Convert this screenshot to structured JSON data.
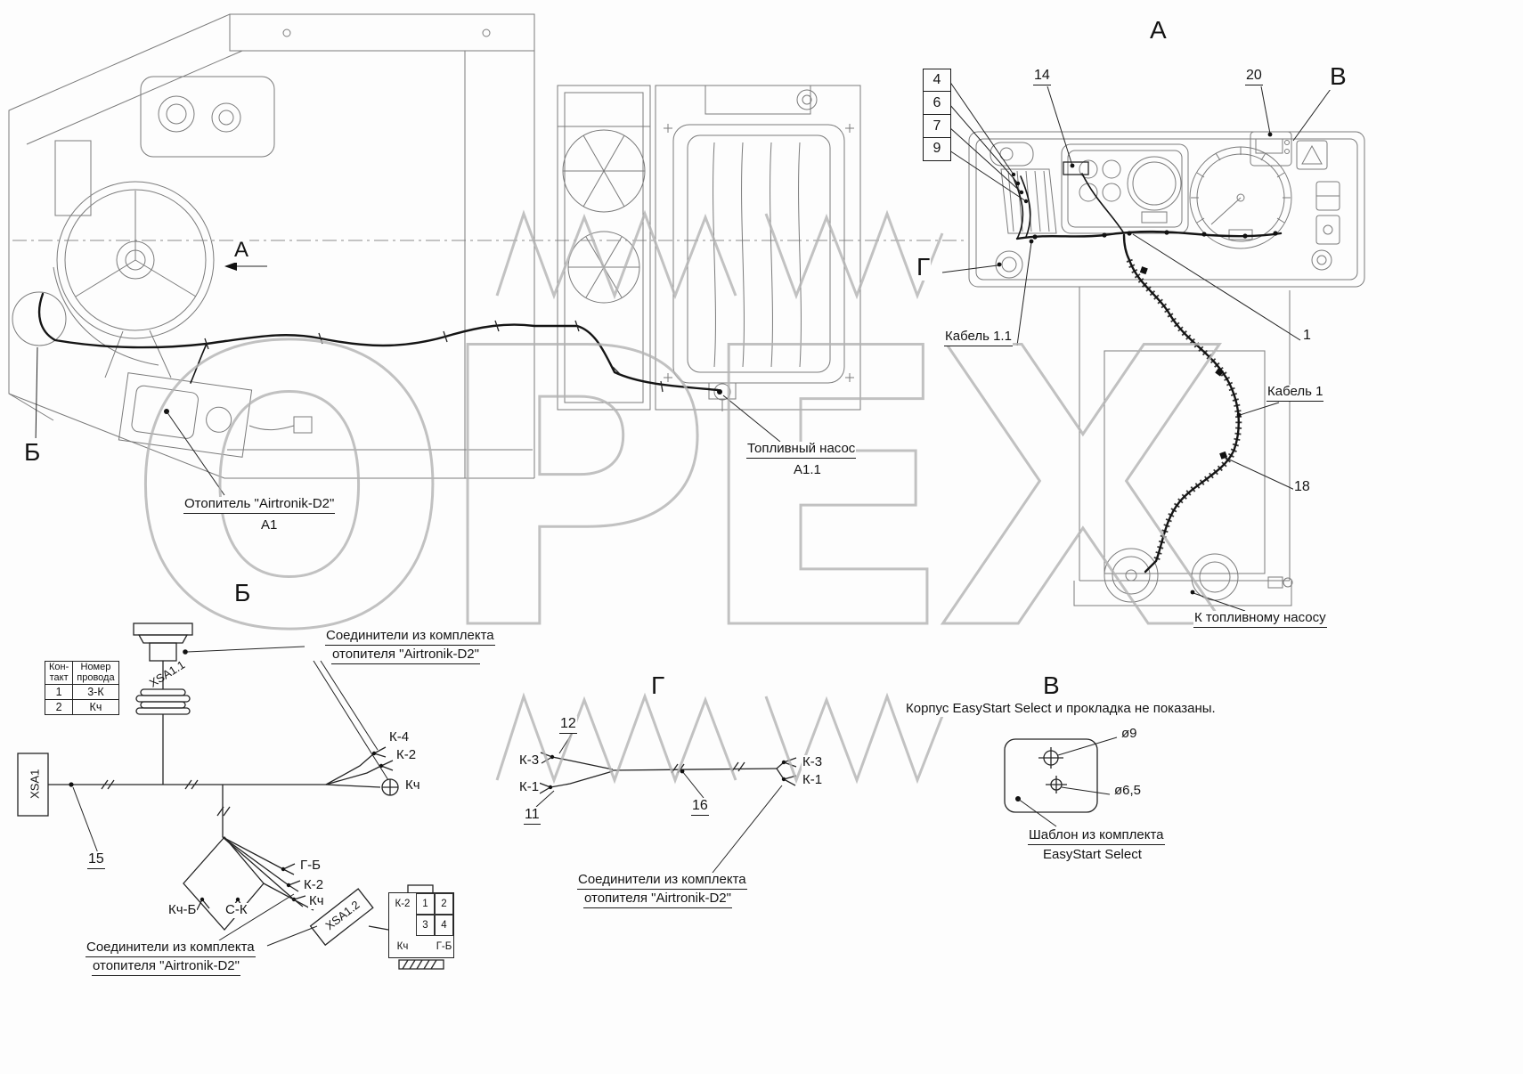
{
  "watermark": "ОРЕХ",
  "sections": {
    "view_a": "А",
    "view_v": "В",
    "view_g": "Г",
    "arrow_a": "А",
    "zone_b": "Б",
    "detail_b": "Б",
    "detail_g": "Г",
    "detail_v": "В"
  },
  "callouts": {
    "n1": "1",
    "n4": "4",
    "n6": "6",
    "n7": "7",
    "n9": "9",
    "n11": "11",
    "n12": "12",
    "n14": "14",
    "n15": "15",
    "n16": "16",
    "n18": "18",
    "n20": "20"
  },
  "labels": {
    "cable_1_1": "Кабель 1.1",
    "cable_1": "Кабель 1",
    "fuel_pump": "Топливный насос",
    "fuel_pump_ref": "А1.1",
    "heater": "Отопитель \"Airtronik-D2\"",
    "heater_ref": "А1",
    "to_fuel_pump": "К топливному насосу",
    "kit_line1": "Соединители из комплекта",
    "kit_line2": "отопителя \"Airtronik-D2\"",
    "easystart_note": "Корпус EasyStart Select и прокладка не показаны.",
    "template_line1": "Шаблон из комплекта",
    "template_line2": "EasyStart Select",
    "dia9": "ø9",
    "dia65": "ø6,5"
  },
  "detail_b": {
    "connector_table": {
      "col_contact": "Кон-\nтакт",
      "col_wire": "Номер\nпровода",
      "rows": [
        [
          "1",
          "3-К"
        ],
        [
          "2",
          "Кч"
        ]
      ]
    },
    "xsa1": "XSA1",
    "xsa1_1": "XSA1.1",
    "xsa1_2": "XSA1.2",
    "wires": {
      "k4": "К-4",
      "k2_top": "К-2",
      "kch_ring": "Кч",
      "gb": "Г-Б",
      "k2_mid": "К-2",
      "kch_mid": "Кч",
      "kchb": "Кч-Б",
      "sk": "С-К"
    },
    "pinblock": {
      "k2": "К-2",
      "p1": "1",
      "p2": "2",
      "p3": "3",
      "p4": "4",
      "kch": "Кч",
      "gb": "Г-Б"
    }
  },
  "detail_g": {
    "left_k3": "К-3",
    "left_k1": "К-1",
    "right_k3": "К-3",
    "right_k1": "К-1"
  }
}
